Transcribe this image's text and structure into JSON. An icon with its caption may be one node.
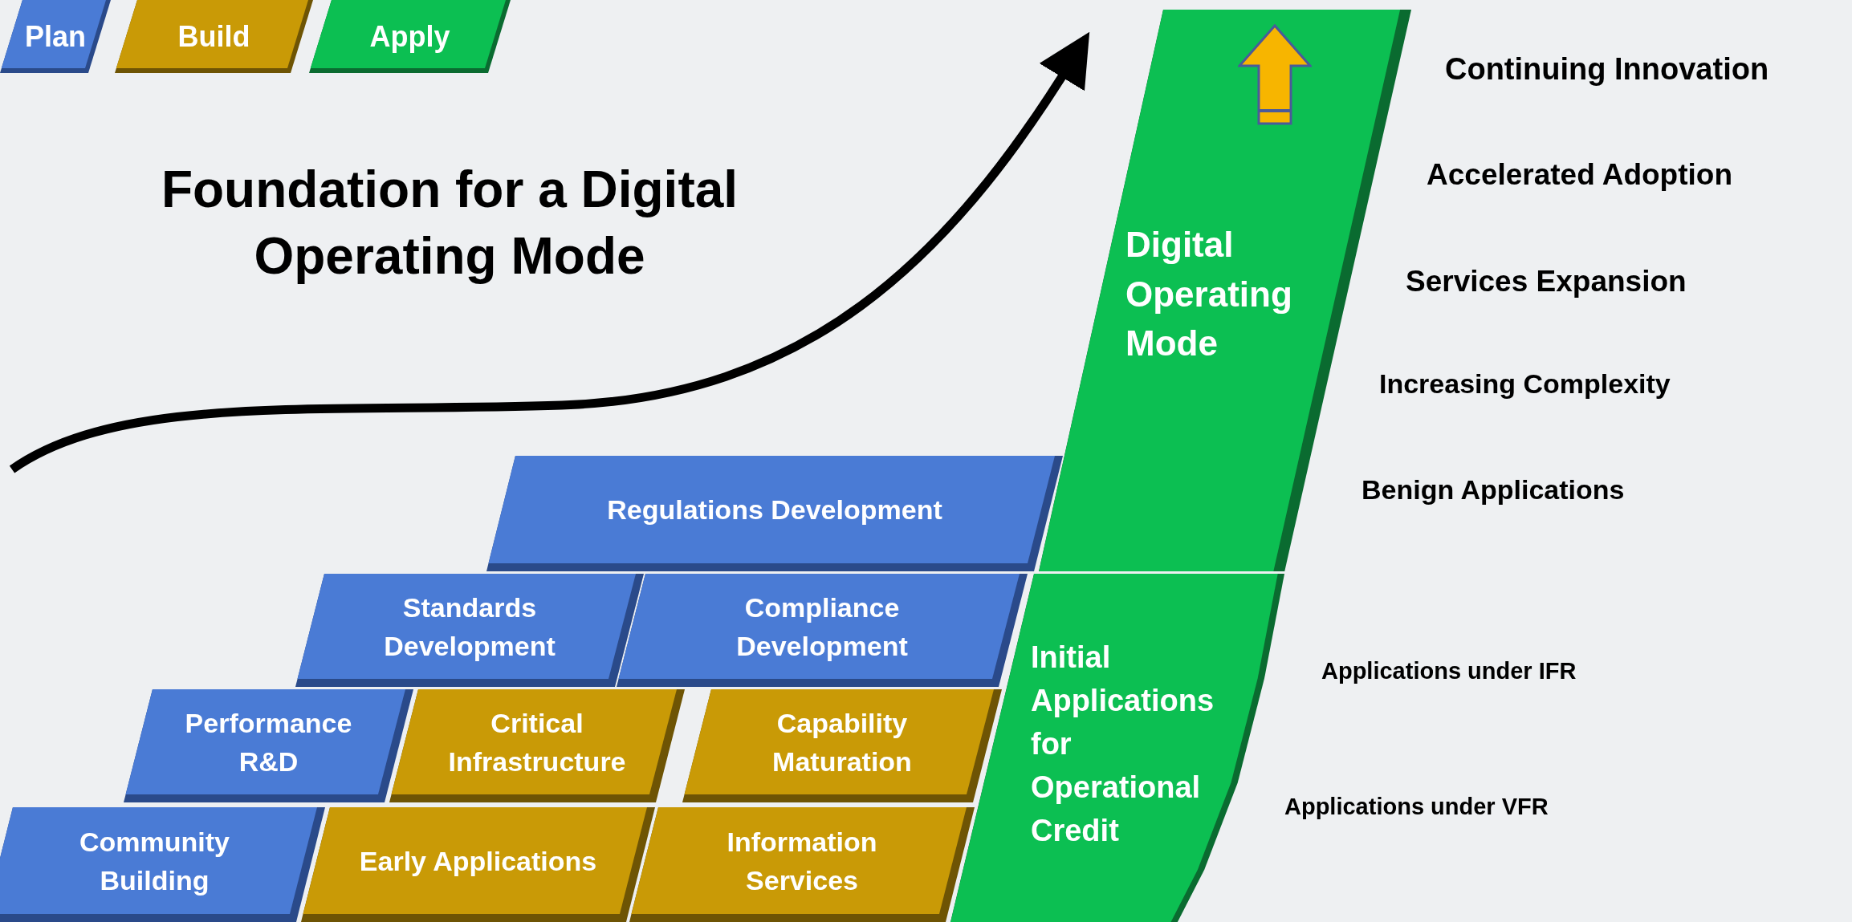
{
  "diagram": {
    "title": "Foundation for a Digital Operating Mode",
    "nodes": [
      {
        "text": [
          "Digital Operating Mode"
        ]
      },
      {
        "text": [
          "Initial Applications for Operational Credit"
        ]
      },
      {
        "text": [
          "Regulations Development"
        ]
      },
      {
        "text": [
          "Standards Development"
        ]
      },
      {
        "text": [
          "Compliance Development"
        ]
      },
      {
        "text": [
          "Performance R&D"
        ]
      },
      {
        "text": [
          "Critical Infrastructure"
        ]
      },
      {
        "text": [
          "Capability Maturation"
        ]
      },
      {
        "text": [
          "Community Building"
        ]
      },
      {
        "text": [
          "Early Applications"
        ]
      },
      {
        "text": [
          "Information Services"
        ]
      }
    ],
    "labels": [
      "Continuing Innovation",
      "Accelerated Adoption",
      "Services Expansion",
      "Increasing Complexity",
      "Benign Applications",
      "Applications under IFR",
      "Applications under VFR"
    ],
    "legend": [
      {
        "text": "Plan",
        "color": "#4a7bd5"
      },
      {
        "text": "Build",
        "color": "#c99a06"
      },
      {
        "text": "Apply",
        "color": "#0cbf52"
      }
    ]
  }
}
